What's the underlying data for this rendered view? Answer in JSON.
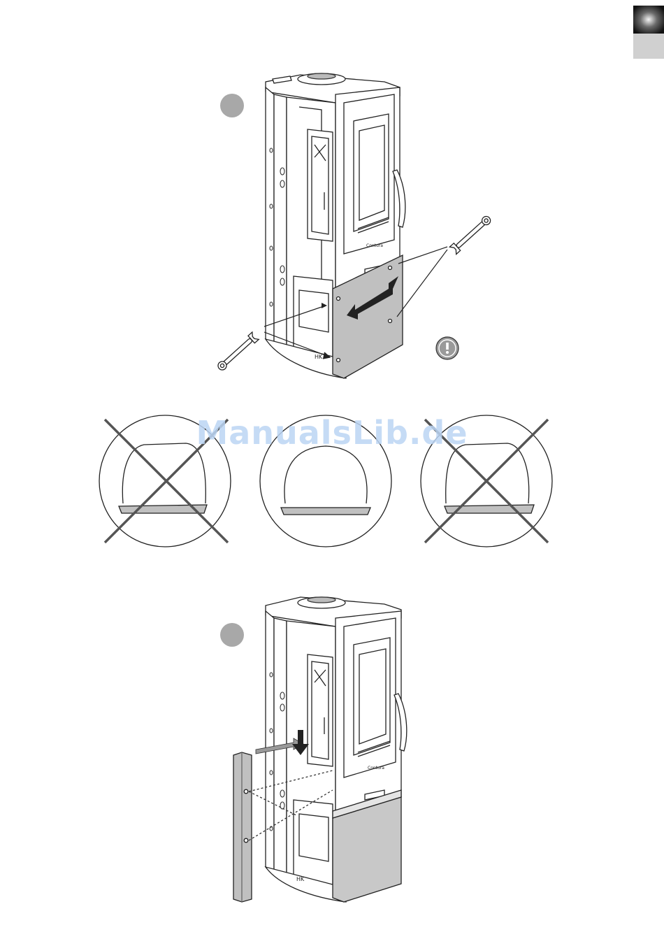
{
  "document": {
    "watermark": "ManualsLib.de",
    "stove_brand_mark": "Contura",
    "base_mark": "HK"
  },
  "colors": {
    "line": "#222222",
    "panel_grey": "#c0c0c0",
    "step_marker": "#a8a8a8",
    "cross": "#555555",
    "tab_dark": "#1a1a1a",
    "tab_light": "#d0d0d0",
    "watermark": "#bcd5f4"
  },
  "icons": {
    "wrench": "wrench-icon",
    "warning": "exclamation-circle-icon",
    "correct_marker": "none",
    "incorrect_marker": "cross-icon"
  },
  "steps": [
    {
      "name": "step-1",
      "action": "adjust-lower-front-panel"
    },
    {
      "name": "step-2",
      "action": "attach-side-panel"
    }
  ],
  "alignment_examples": [
    {
      "state": "tilted-left",
      "correct": false
    },
    {
      "state": "level",
      "correct": true
    },
    {
      "state": "tilted-right",
      "correct": false
    }
  ]
}
